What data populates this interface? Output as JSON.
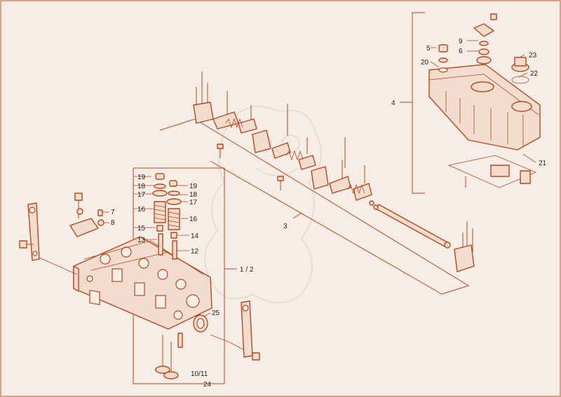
{
  "diagram": {
    "callouts": {
      "c1_2": "1 / 2",
      "c3": "3",
      "c4": "4",
      "c5": "5",
      "c6": "6",
      "c7": "7",
      "c8": "8",
      "c9": "9",
      "c10_11": "10/11",
      "c12": "12",
      "c13": "13",
      "c14": "14",
      "c15": "15",
      "c16_left": "16",
      "c16_right": "16",
      "c17_left": "17",
      "c17_right": "17",
      "c18_left": "18",
      "c18_right": "18",
      "c19_left": "19",
      "c19_right": "19",
      "c20": "20",
      "c21": "21",
      "c22": "22",
      "c23": "23",
      "c24": "24",
      "c25": "25"
    },
    "colors": {
      "line": "#b6481e",
      "fill": "#f2dccd",
      "background": "#f6ede6",
      "label": "#222222"
    }
  }
}
